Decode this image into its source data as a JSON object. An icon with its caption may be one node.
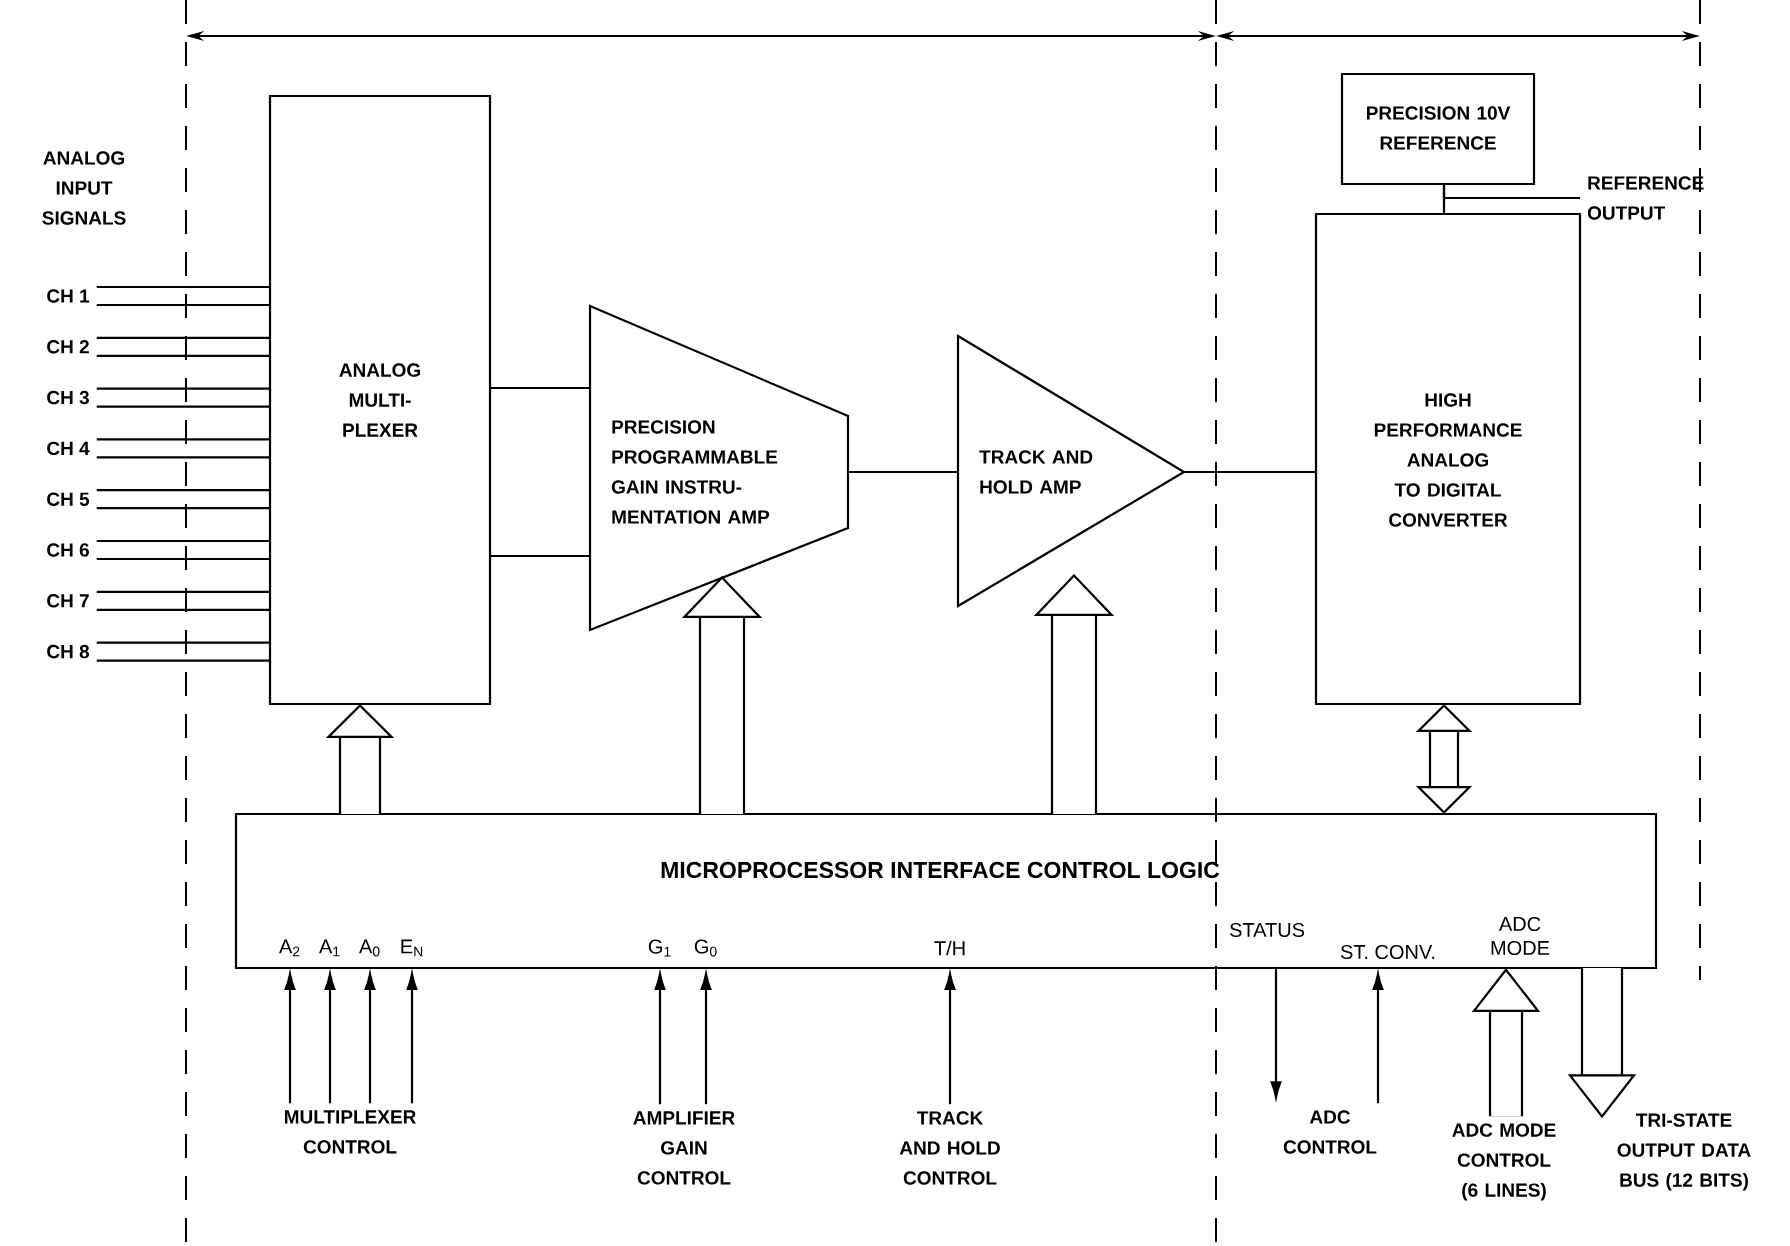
{
  "diagram": {
    "nodes": [
      {
        "text": [
          "ANALOG MULTI- PLEXER"
        ]
      },
      {
        "text": [
          "PRECISION PROGRAMMABLE GAIN INSTRU- MENTATION AMP"
        ]
      },
      {
        "text": [
          "TRACK AND HOLD AMP"
        ]
      },
      {
        "text": [
          "HIGH PERFORMANCE ANALOG TO DIGITAL CONVERTER"
        ]
      },
      {
        "text": [
          "PRECISION 10V REFERENCE"
        ]
      },
      {
        "text": [
          "MICROPROCESSOR INTERFACE CONTROL LOGIC",
          "A$_{2}$",
          "A$_{1}$",
          "A$_{0}$",
          "E$_{N}$",
          "G$_{1}$",
          "G$_{0}$",
          "T/H",
          "STATUS",
          "ST. CONV.",
          "ADC MODE"
        ]
      },
      {
        "text": [
          "CH 1"
        ]
      },
      {
        "text": [
          "CH 2"
        ]
      },
      {
        "text": [
          "CH 3"
        ]
      },
      {
        "text": [
          "CH 4"
        ]
      },
      {
        "text": [
          "CH 5"
        ]
      },
      {
        "text": [
          "CH 6"
        ]
      },
      {
        "text": [
          "CH 7"
        ]
      },
      {
        "text": [
          "CH 8"
        ]
      },
      {
        "text": [
          "MULTIPLEXER CONTROL"
        ]
      },
      {
        "text": [
          "AMPLIFIER GAIN CONTROL"
        ]
      },
      {
        "text": [
          "TRACK AND HOLD CONTROL"
        ]
      },
      {
        "text": [
          "ADC CONTROL"
        ]
      },
      {
        "text": [
          "ADC MODE CONTROL (6 LINES)"
        ]
      },
      {
        "text": [
          "TRI-STATE OUTPUT DATA BUS (12 BITS)"
        ]
      },
      {
        "text": [
          "REFERENCE OUTPUT"
        ]
      }
    ],
    "edges": [
      {
        "from": 6,
        "to": 0,
        "arrow": "none"
      },
      {
        "from": 6,
        "to": 0,
        "arrow": "none"
      },
      {
        "from": 7,
        "to": 0,
        "arrow": "none"
      },
      {
        "from": 7,
        "to": 0,
        "arrow": "none"
      },
      {
        "from": 8,
        "to": 0,
        "arrow": "none"
      },
      {
        "from": 8,
        "to": 0,
        "arrow": "none"
      },
      {
        "from": 9,
        "to": 0,
        "arrow": "none"
      },
      {
        "from": 9,
        "to": 0,
        "arrow": "none"
      },
      {
        "from": 10,
        "to": 0,
        "arrow": "none"
      },
      {
        "from": 10,
        "to": 0,
        "arrow": "none"
      },
      {
        "from": 11,
        "to": 0,
        "arrow": "none"
      },
      {
        "from": 11,
        "to": 0,
        "arrow": "none"
      },
      {
        "from": 12,
        "to": 0,
        "arrow": "none"
      },
      {
        "from": 12,
        "to": 0,
        "arrow": "none"
      },
      {
        "from": 13,
        "to": 0,
        "arrow": "none"
      },
      {
        "from": 13,
        "to": 0,
        "arrow": "none"
      },
      {
        "from": 0,
        "to": 1,
        "arrow": "none"
      },
      {
        "from": 0,
        "to": 1,
        "arrow": "none"
      },
      {
        "from": 1,
        "to": 2,
        "arrow": "none"
      },
      {
        "from": 2,
        "to": 3,
        "arrow": "none"
      },
      {
        "from": 4,
        "to": 3,
        "arrow": "none"
      },
      {
        "from": 4,
        "to": 20,
        "arrow": "none"
      },
      {
        "from": 5,
        "to": 0,
        "arrow": "to",
        "style": "thick"
      },
      {
        "from": 5,
        "to": 1,
        "arrow": "to",
        "style": "thick"
      },
      {
        "from": 5,
        "to": 2,
        "arrow": "to",
        "style": "thick"
      },
      {
        "from": 5,
        "to": 3,
        "arrow": "both",
        "style": "thick"
      },
      {
        "from": 14,
        "to": 5,
        "arrow": "to"
      },
      {
        "from": 14,
        "to": 5,
        "arrow": "to"
      },
      {
        "from": 14,
        "to": 5,
        "arrow": "to"
      },
      {
        "from": 14,
        "to": 5,
        "arrow": "to"
      },
      {
        "from": 15,
        "to": 5,
        "arrow": "to"
      },
      {
        "from": 15,
        "to": 5,
        "arrow": "to"
      },
      {
        "from": 16,
        "to": 5,
        "arrow": "to"
      },
      {
        "from": 5,
        "to": 17,
        "arrow": "to"
      },
      {
        "from": 17,
        "to": 5,
        "arrow": "to"
      },
      {
        "from": 18,
        "to": 5,
        "arrow": "to",
        "style": "thick"
      },
      {
        "from": 5,
        "to": 19,
        "arrow": "to",
        "style": "thick"
      }
    ],
    "labels": [
      "ANALOG INPUT SIGNALS"
    ]
  }
}
